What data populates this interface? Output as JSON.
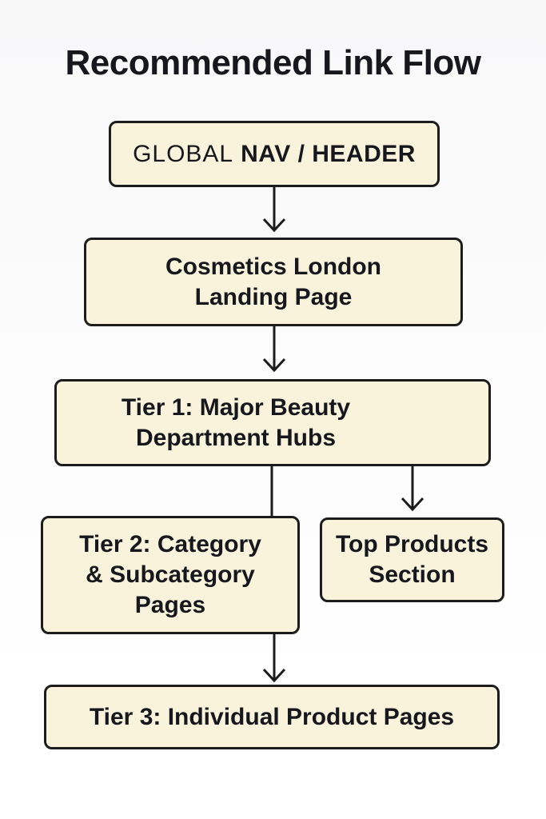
{
  "title": "Recommended Link Flow",
  "colors": {
    "box_fill": "#FAF3DC",
    "box_border": "#1C1C1C",
    "text": "#16181D",
    "line": "#1C1C1C",
    "bg_top": "#F8F8F9",
    "bg_bottom": "#FFFFFF"
  },
  "nodes": {
    "global_nav": {
      "label_light": "GLOBAL",
      "label_bold": "NAV / HEADER"
    },
    "landing": {
      "line1": "Cosmetics London",
      "line2": "Landing Page"
    },
    "tier1": {
      "line1": "Tier 1: Major Beauty",
      "line2": "Department Hubs"
    },
    "tier2": {
      "line1": "Tier 2: Category",
      "line2": "& Subcategory",
      "line3": "Pages"
    },
    "top_products": {
      "line1": "Top Products",
      "line2": "Section"
    },
    "tier3": {
      "line1": "Tier 3: Individual Product Pages"
    }
  }
}
